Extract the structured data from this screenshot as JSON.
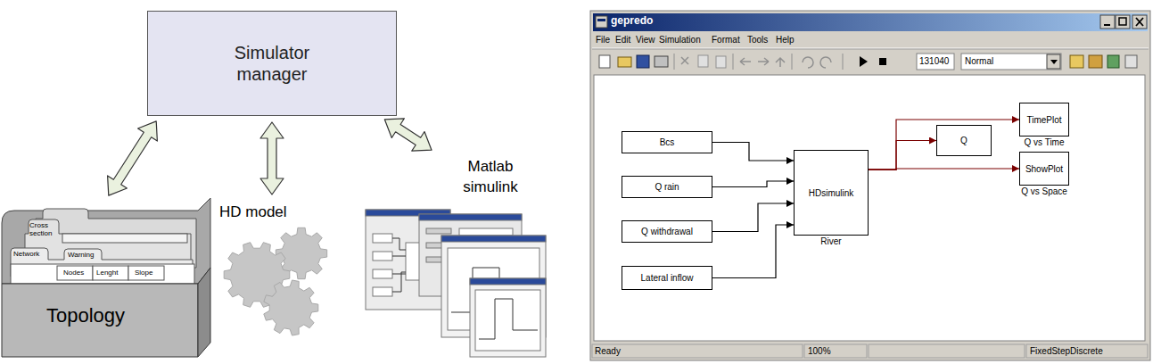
{
  "diagram": {
    "nodes": [
      {
        "text": [
          "Simulator manager"
        ]
      },
      {
        "text": [
          "Topology"
        ]
      },
      {
        "text": [
          "HD model"
        ]
      },
      {
        "text": [
          "Matlab simulink"
        ]
      },
      {
        "text": [
          "gepredo"
        ]
      },
      {
        "text": [
          "Bcs"
        ],
        "in": 4
      },
      {
        "text": [
          "Q rain"
        ],
        "in": 4
      },
      {
        "text": [
          "Q withdrawal"
        ],
        "in": 4
      },
      {
        "text": [
          "Lateral inflow"
        ],
        "in": 4
      },
      {
        "text": [
          "HDsimulink",
          "River"
        ],
        "in": 4
      },
      {
        "text": [
          "Q"
        ],
        "in": 4
      },
      {
        "text": [
          "TimePlot",
          "Q vs Time"
        ],
        "in": 4
      },
      {
        "text": [
          "ShowPlot",
          "Q vs Space"
        ],
        "in": 4
      }
    ],
    "edges": [
      {
        "from": 0,
        "to": 1,
        "arrow": "both"
      },
      {
        "from": 0,
        "to": 2,
        "arrow": "both"
      },
      {
        "from": 0,
        "to": 3,
        "arrow": "both"
      },
      {
        "from": 5,
        "to": 9,
        "arrow": "to"
      },
      {
        "from": 6,
        "to": 9,
        "arrow": "to"
      },
      {
        "from": 7,
        "to": 9,
        "arrow": "to"
      },
      {
        "from": 8,
        "to": 9,
        "arrow": "to"
      },
      {
        "from": 9,
        "to": 10,
        "arrow": "to"
      },
      {
        "from": 9,
        "to": 11,
        "arrow": "to"
      },
      {
        "from": 9,
        "to": 12,
        "arrow": "to"
      }
    ],
    "labels": [
      "Network",
      "Cross section",
      "Warning",
      "Nodes",
      "Lenght",
      "Slope",
      "File",
      "Edit",
      "View",
      "Simulation",
      "Format",
      "Tools",
      "Help",
      "131040",
      "Normal",
      "Ready",
      "100%",
      "FixedStepDiscrete"
    ]
  }
}
